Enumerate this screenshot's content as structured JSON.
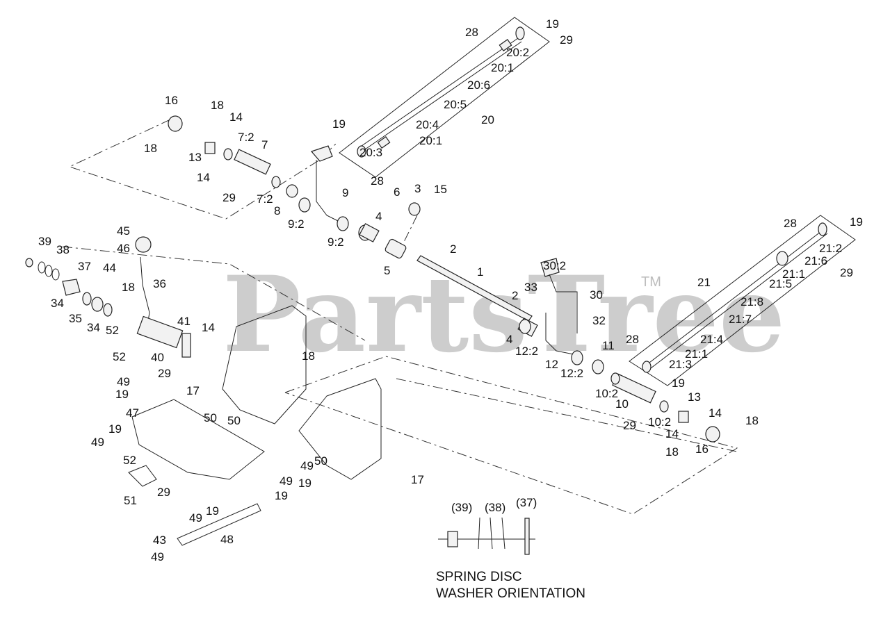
{
  "watermark": {
    "text": "PartsTree",
    "trademark": "TM"
  },
  "note": {
    "line1": "SPRING DISC",
    "line2": "WASHER ORIENTATION"
  },
  "orientation_labels": [
    "(39)",
    "(38)",
    "(37)"
  ],
  "callouts": [
    {
      "t": "28"
    },
    {
      "t": "19"
    },
    {
      "t": "29"
    },
    {
      "t": "20:2"
    },
    {
      "t": "20:1"
    },
    {
      "t": "20:6"
    },
    {
      "t": "20:5"
    },
    {
      "t": "20"
    },
    {
      "t": "20:4"
    },
    {
      "t": "20:1"
    },
    {
      "t": "20:3"
    },
    {
      "t": "28"
    },
    {
      "t": "19"
    },
    {
      "t": "16"
    },
    {
      "t": "18"
    },
    {
      "t": "14"
    },
    {
      "t": "18"
    },
    {
      "t": "13"
    },
    {
      "t": "14"
    },
    {
      "t": "7:2"
    },
    {
      "t": "7"
    },
    {
      "t": "29"
    },
    {
      "t": "7:2"
    },
    {
      "t": "8"
    },
    {
      "t": "9:2"
    },
    {
      "t": "9"
    },
    {
      "t": "9:2"
    },
    {
      "t": "4"
    },
    {
      "t": "6"
    },
    {
      "t": "3"
    },
    {
      "t": "15"
    },
    {
      "t": "5"
    },
    {
      "t": "2"
    },
    {
      "t": "1"
    },
    {
      "t": "2"
    },
    {
      "t": "33"
    },
    {
      "t": "30:2"
    },
    {
      "t": "30"
    },
    {
      "t": "32"
    },
    {
      "t": "4"
    },
    {
      "t": "12:2"
    },
    {
      "t": "12"
    },
    {
      "t": "12:2"
    },
    {
      "t": "11"
    },
    {
      "t": "28"
    },
    {
      "t": "28"
    },
    {
      "t": "19"
    },
    {
      "t": "21:2"
    },
    {
      "t": "21:6"
    },
    {
      "t": "29"
    },
    {
      "t": "21:1"
    },
    {
      "t": "21:5"
    },
    {
      "t": "21:8"
    },
    {
      "t": "21"
    },
    {
      "t": "21:7"
    },
    {
      "t": "21:4"
    },
    {
      "t": "21:1"
    },
    {
      "t": "21:3"
    },
    {
      "t": "19"
    },
    {
      "t": "10:2"
    },
    {
      "t": "10"
    },
    {
      "t": "29"
    },
    {
      "t": "10:2"
    },
    {
      "t": "13"
    },
    {
      "t": "14"
    },
    {
      "t": "14"
    },
    {
      "t": "18"
    },
    {
      "t": "18"
    },
    {
      "t": "16"
    },
    {
      "t": "39"
    },
    {
      "t": "38"
    },
    {
      "t": "45"
    },
    {
      "t": "46"
    },
    {
      "t": "37"
    },
    {
      "t": "44"
    },
    {
      "t": "36"
    },
    {
      "t": "18"
    },
    {
      "t": "34"
    },
    {
      "t": "35"
    },
    {
      "t": "34"
    },
    {
      "t": "52"
    },
    {
      "t": "41"
    },
    {
      "t": "14"
    },
    {
      "t": "52"
    },
    {
      "t": "40"
    },
    {
      "t": "29"
    },
    {
      "t": "17"
    },
    {
      "t": "18"
    },
    {
      "t": "49"
    },
    {
      "t": "19"
    },
    {
      "t": "47"
    },
    {
      "t": "50"
    },
    {
      "t": "50"
    },
    {
      "t": "19"
    },
    {
      "t": "49"
    },
    {
      "t": "52"
    },
    {
      "t": "50"
    },
    {
      "t": "49"
    },
    {
      "t": "49"
    },
    {
      "t": "19"
    },
    {
      "t": "19"
    },
    {
      "t": "17"
    },
    {
      "t": "51"
    },
    {
      "t": "29"
    },
    {
      "t": "49"
    },
    {
      "t": "19"
    },
    {
      "t": "48"
    },
    {
      "t": "43"
    },
    {
      "t": "49"
    }
  ]
}
